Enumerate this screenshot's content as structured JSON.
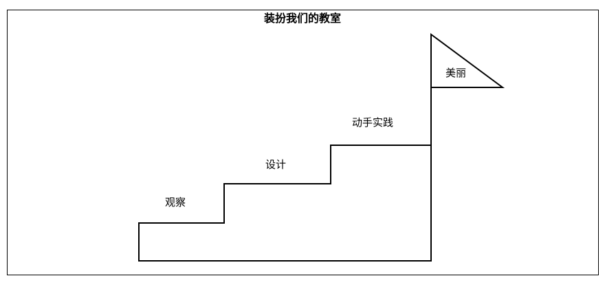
{
  "title": "装扮我们的教室",
  "steps": [
    {
      "label": "观察"
    },
    {
      "label": "设计"
    },
    {
      "label": "动手实践"
    }
  ],
  "flag": {
    "label": "美丽"
  },
  "colors": {
    "line": "#000000",
    "background": "#ffffff"
  }
}
